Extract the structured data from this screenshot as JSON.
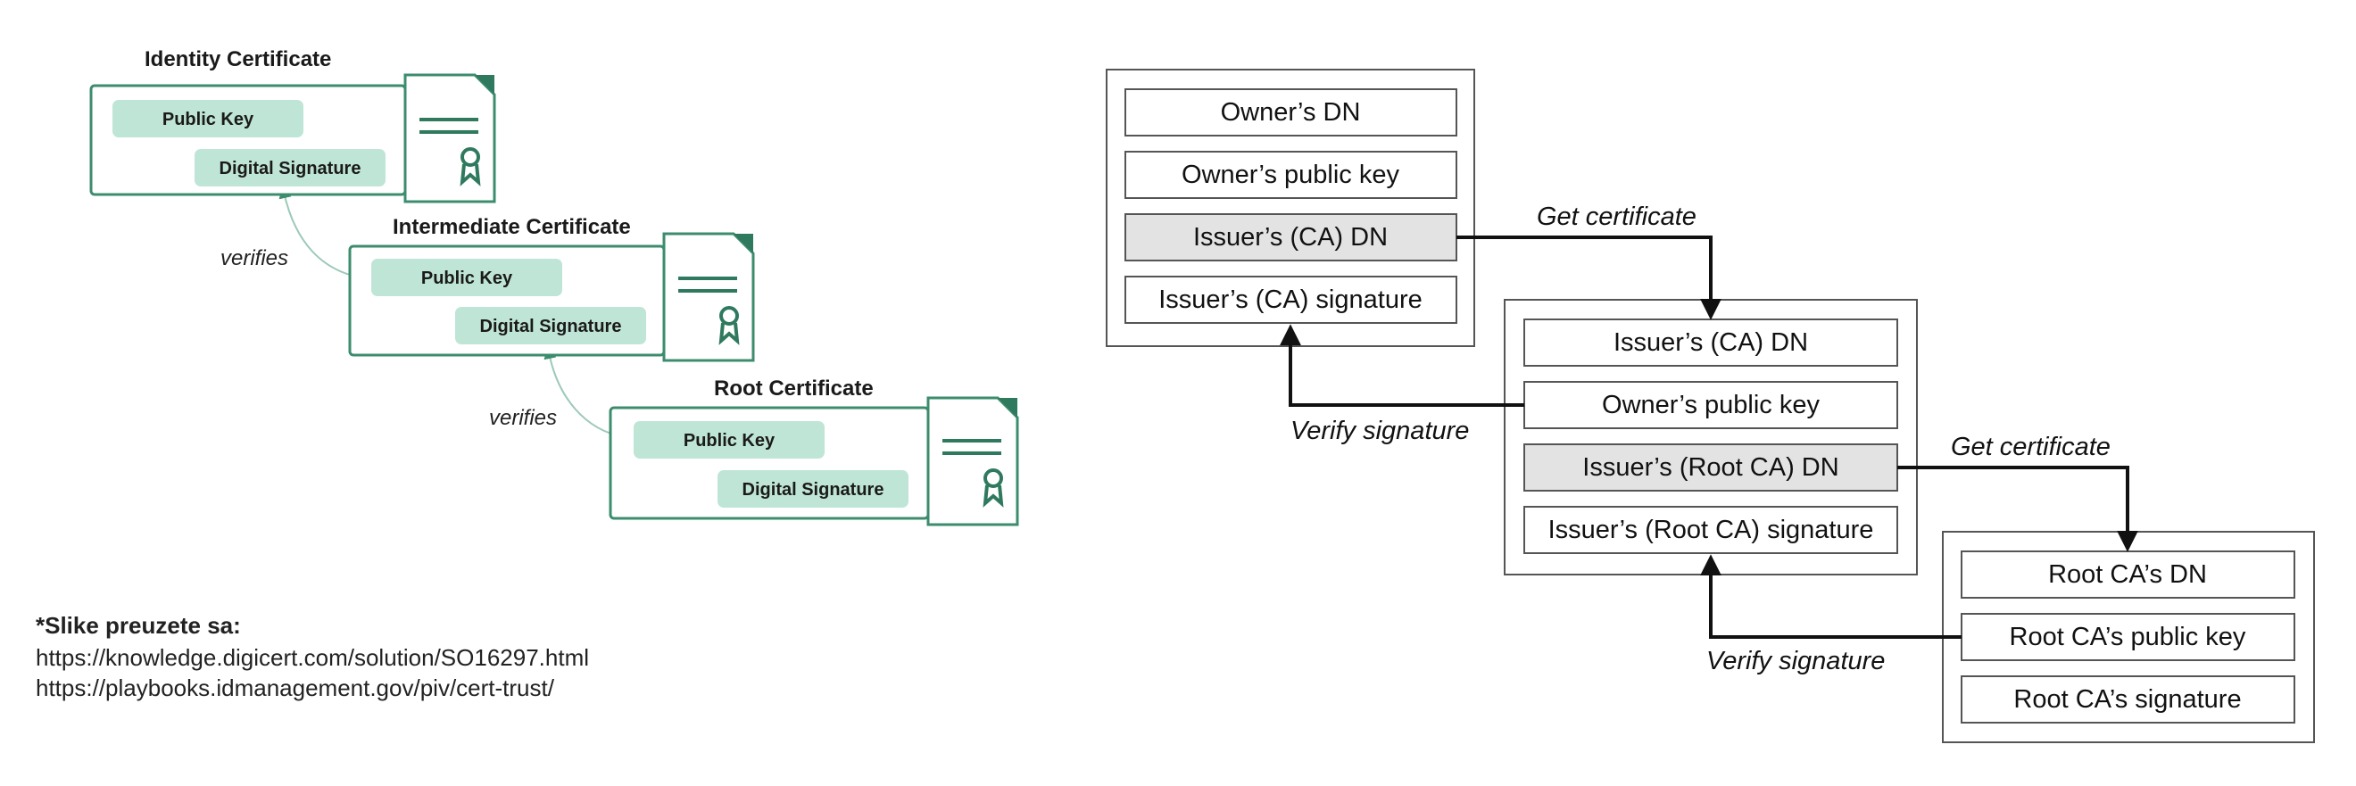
{
  "left_diagram": {
    "certificates": [
      {
        "title": "Identity Certificate",
        "public_key": "Public Key",
        "signature": "Digital Signature"
      },
      {
        "title": "Intermediate Certificate",
        "public_key": "Public Key",
        "signature": "Digital Signature"
      },
      {
        "title": "Root Certificate",
        "public_key": "Public Key",
        "signature": "Digital Signature"
      }
    ],
    "verifies_labels": [
      "verifies",
      "verifies"
    ],
    "colors": {
      "stroke": "#3c8c6e",
      "pill": "#bfe5d6",
      "icon": "#2f7a5e"
    }
  },
  "right_diagram": {
    "owner_cert": [
      "Owner’s DN",
      "Owner’s public key",
      "Issuer’s (CA) DN",
      "Issuer’s (CA) signature"
    ],
    "ca_cert": [
      "Issuer’s (CA) DN",
      "Owner’s public key",
      "Issuer’s (Root CA) DN",
      "Issuer’s (Root CA) signature"
    ],
    "root_cert": [
      "Root CA’s DN",
      "Root CA’s public key",
      "Root CA’s signature"
    ],
    "labels": {
      "get_certificate_1": "Get certificate",
      "verify_signature_1": "Verify signature",
      "get_certificate_2": "Get certificate",
      "verify_signature_2": "Verify signature"
    },
    "colors": {
      "highlight": "#e3e3e3",
      "line": "#111111"
    }
  },
  "sources": {
    "heading": "*Slike preuzete  sa:",
    "links": [
      "https://knowledge.digicert.com/solution/SO16297.html",
      "https://playbooks.idmanagement.gov/piv/cert-trust/"
    ]
  }
}
